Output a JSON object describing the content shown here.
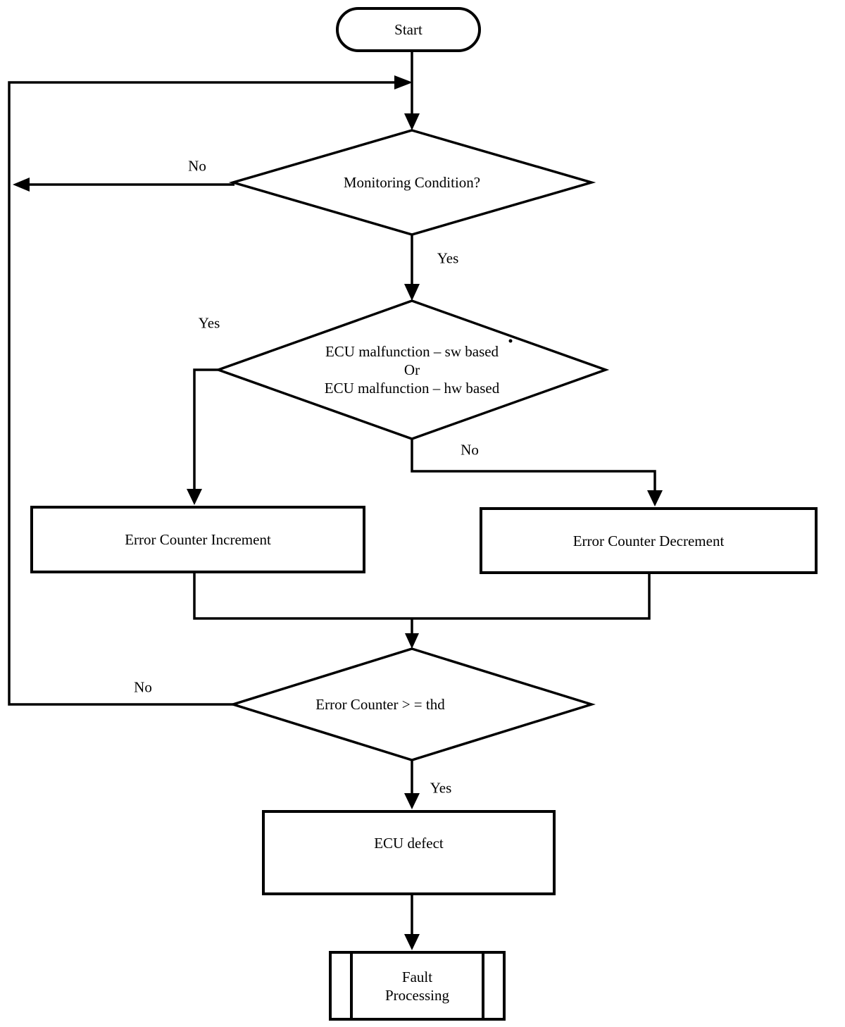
{
  "diagram": {
    "type": "flowchart",
    "colors": {
      "stroke": "#000000",
      "background": "#ffffff"
    },
    "nodes": {
      "start": {
        "shape": "terminator",
        "label": "Start"
      },
      "monitoring": {
        "shape": "decision",
        "label": "Monitoring Condition?"
      },
      "malfunction": {
        "shape": "decision",
        "lines": [
          "ECU malfunction – sw based",
          "Or",
          "ECU malfunction – hw based"
        ]
      },
      "increment": {
        "shape": "process",
        "label": "Error Counter Increment"
      },
      "decrement": {
        "shape": "process",
        "label": "Error Counter Decrement"
      },
      "threshold": {
        "shape": "decision",
        "label": "Error Counter > = thd"
      },
      "defect": {
        "shape": "process",
        "label": "ECU defect"
      },
      "fault": {
        "shape": "predefined-process",
        "lines": [
          "Fault",
          "Processing"
        ]
      }
    },
    "edge_labels": {
      "monitoring_no": "No",
      "monitoring_yes": "Yes",
      "malfunction_yes": "Yes",
      "malfunction_no": "No",
      "threshold_no": "No",
      "threshold_yes": "Yes"
    }
  }
}
